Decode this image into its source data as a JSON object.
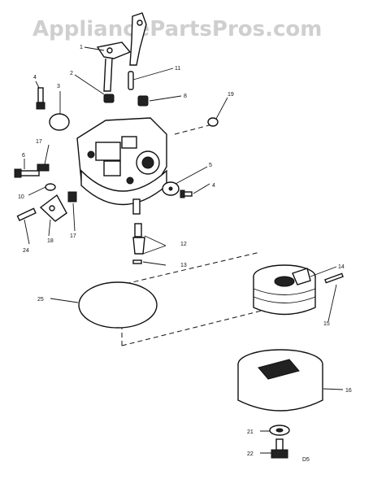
{
  "watermark": "AppliancePartsPros.com",
  "page_tag": "D5",
  "callouts": [
    {
      "id": "c1",
      "label": "1"
    },
    {
      "id": "c2",
      "label": "2"
    },
    {
      "id": "c3",
      "label": "3"
    },
    {
      "id": "c4a",
      "label": "4"
    },
    {
      "id": "c4b",
      "label": "4"
    },
    {
      "id": "c5",
      "label": "5"
    },
    {
      "id": "c6",
      "label": "6"
    },
    {
      "id": "c8",
      "label": "8"
    },
    {
      "id": "c10",
      "label": "10"
    },
    {
      "id": "c11",
      "label": "11"
    },
    {
      "id": "c12",
      "label": "12"
    },
    {
      "id": "c13",
      "label": "13"
    },
    {
      "id": "c14",
      "label": "14"
    },
    {
      "id": "c15",
      "label": "15"
    },
    {
      "id": "c16",
      "label": "16"
    },
    {
      "id": "c17a",
      "label": "17"
    },
    {
      "id": "c17b",
      "label": "17"
    },
    {
      "id": "c18",
      "label": "18"
    },
    {
      "id": "c19",
      "label": "19"
    },
    {
      "id": "c21",
      "label": "21"
    },
    {
      "id": "c22",
      "label": "22"
    },
    {
      "id": "c24",
      "label": "24"
    },
    {
      "id": "c25",
      "label": "25"
    }
  ]
}
